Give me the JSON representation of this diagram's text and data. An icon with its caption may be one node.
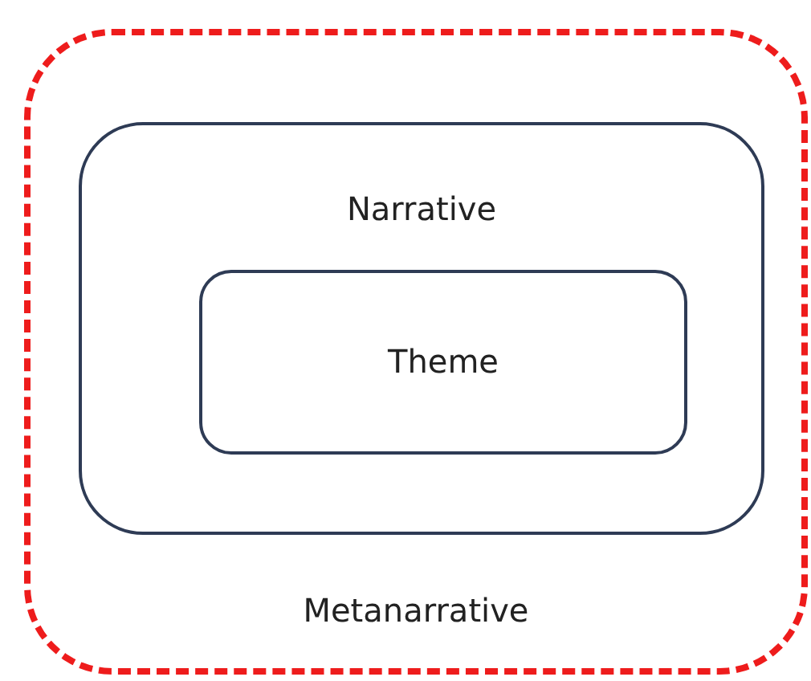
{
  "diagram": {
    "nodes": [
      {
        "text": [
          "Metanarrative"
        ]
      },
      {
        "text": [
          "Narrative"
        ],
        "in": 0
      },
      {
        "text": [
          "Theme"
        ],
        "in": 1
      }
    ]
  }
}
